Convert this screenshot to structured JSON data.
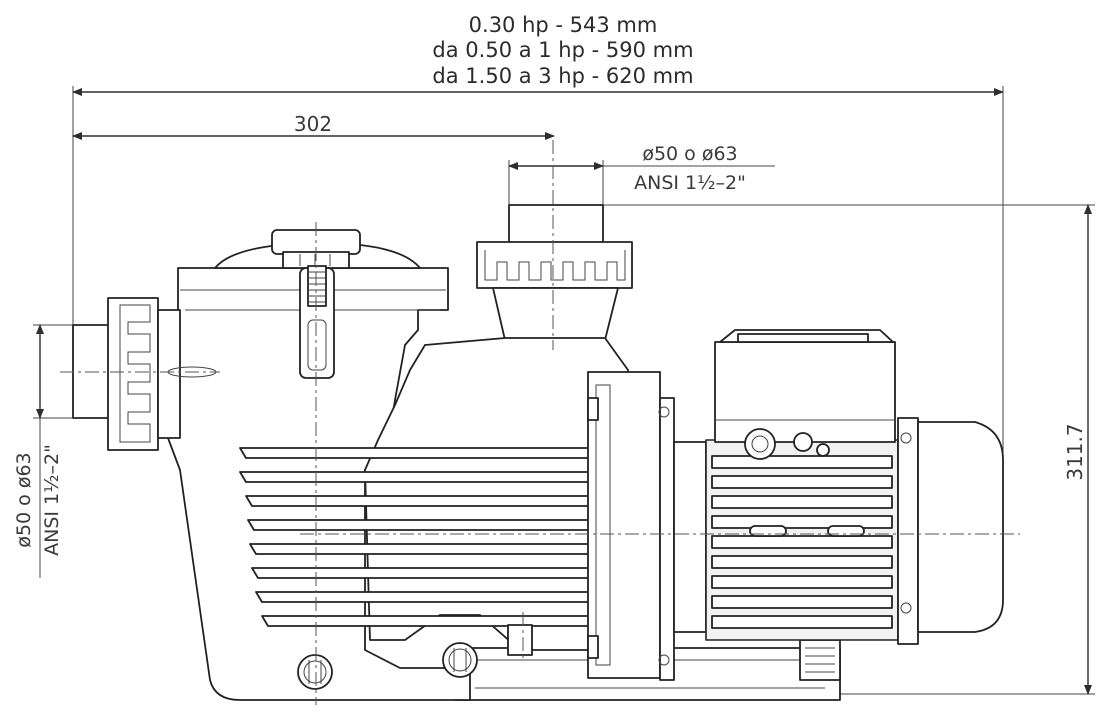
{
  "title": {
    "line1": "0.30 hp - 543 mm",
    "line2": "da 0.50 a 1 hp - 590 mm",
    "line3": "da 1.50 a 3 hp - 620 mm"
  },
  "dimensions": {
    "inlet_offset": "302",
    "height": "311.7"
  },
  "outlet_connection": {
    "diameter": "ø50  o  ø63",
    "ansi": "ANSI  1½–2\""
  },
  "inlet_connection": {
    "diameter": "ø50  o  ø63",
    "ansi": "ANSI  1½–2\""
  }
}
